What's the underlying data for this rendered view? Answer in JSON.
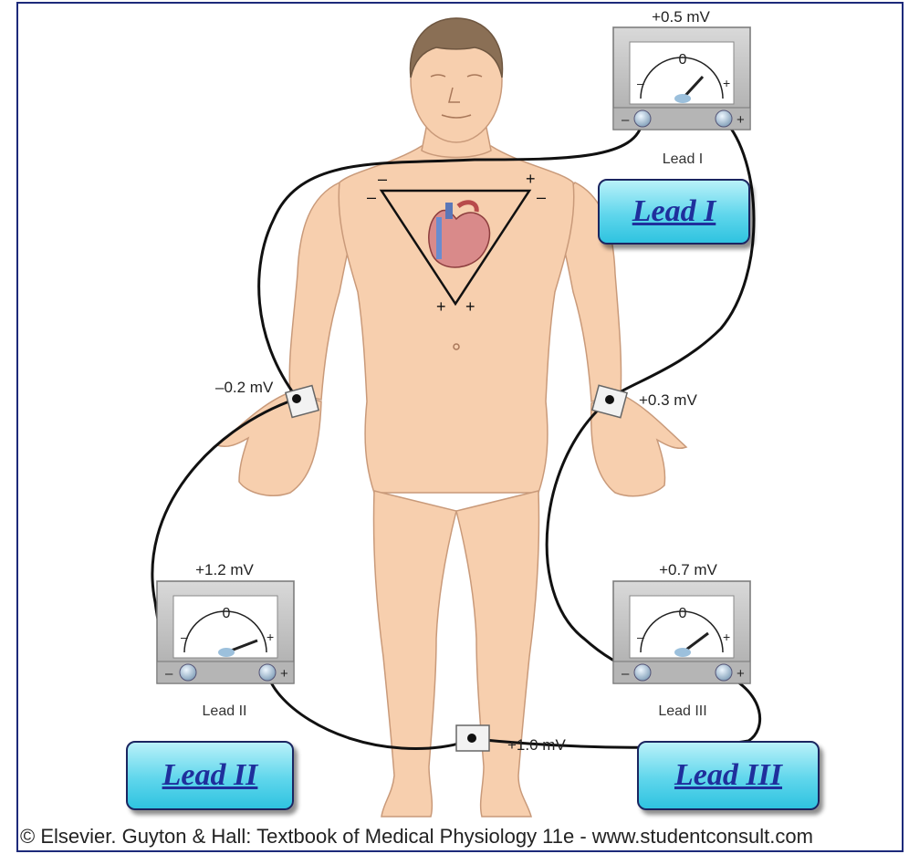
{
  "meters": {
    "lead1": {
      "reading": "+0.5 mV",
      "zero": "0",
      "minus": "–",
      "plus": "+",
      "name": "Lead I"
    },
    "lead2": {
      "reading": "+1.2 mV",
      "zero": "0",
      "minus": "–",
      "plus": "+",
      "name": "Lead II"
    },
    "lead3": {
      "reading": "+0.7 mV",
      "zero": "0",
      "minus": "–",
      "plus": "+",
      "name": "Lead III"
    }
  },
  "electrodes": {
    "right_arm": "–0.2 mV",
    "left_arm": "+0.3 mV",
    "left_leg": "+1.0 mV"
  },
  "triangle_signs": {
    "top_left_a": "–",
    "top_left_b": "–",
    "top_right_a": "+",
    "top_right_b": "–",
    "bottom_a": "+",
    "bottom_b": "+"
  },
  "buttons": {
    "lead1": "Lead I",
    "lead2": "Lead II",
    "lead3": "Lead III"
  },
  "credit": "© Elsevier. Guyton & Hall: Textbook of Medical Physiology 11e - www.studentconsult.com",
  "colors": {
    "skin": "#f7cfae",
    "skin_outline": "#c99a7a",
    "hair": "#8a6f55",
    "wire": "#111111",
    "button_text": "#1f2f9c",
    "frame": "#1d2a7a"
  }
}
